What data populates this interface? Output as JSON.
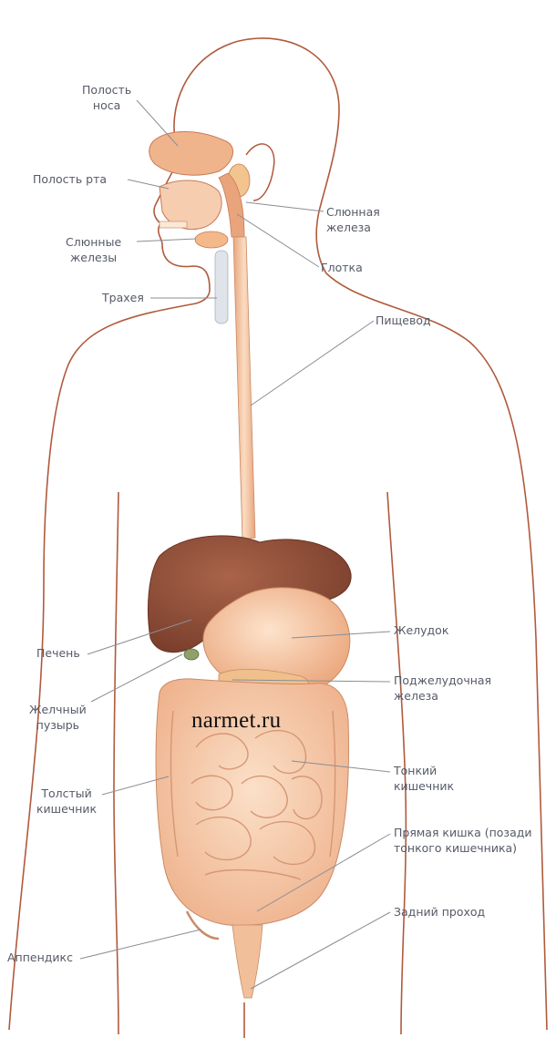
{
  "labels": {
    "nasal_cavity": [
      "Полость",
      "носа"
    ],
    "oral_cavity": "Полость рта",
    "salivary_glands": [
      "Слюнные",
      "железы"
    ],
    "trachea": "Трахея",
    "salivary_gland": [
      "Слюнная",
      "железа"
    ],
    "pharynx": "Глотка",
    "esophagus": "Пищевод",
    "liver": "Печень",
    "stomach": "Желудок",
    "pancreas": [
      "Поджелудочная",
      "железа"
    ],
    "gallbladder": [
      "Желчный",
      "пузырь"
    ],
    "large_intestine": [
      "Толстый",
      "кишечник"
    ],
    "small_intestine": [
      "Тонкий",
      "кишечник"
    ],
    "rectum": [
      "Прямая кишка (позади",
      "тонкого кишечника)"
    ],
    "appendix": "Аппендикс",
    "anus": "Задний проход"
  },
  "watermark": "narmet.ru",
  "colors": {
    "outline": "#b05a3c",
    "organ_light": "#f2c09a",
    "organ_mid": "#e8a27a",
    "liver": "#8e4e38",
    "leader": "#8a8d95",
    "label_text": "#555a66"
  }
}
